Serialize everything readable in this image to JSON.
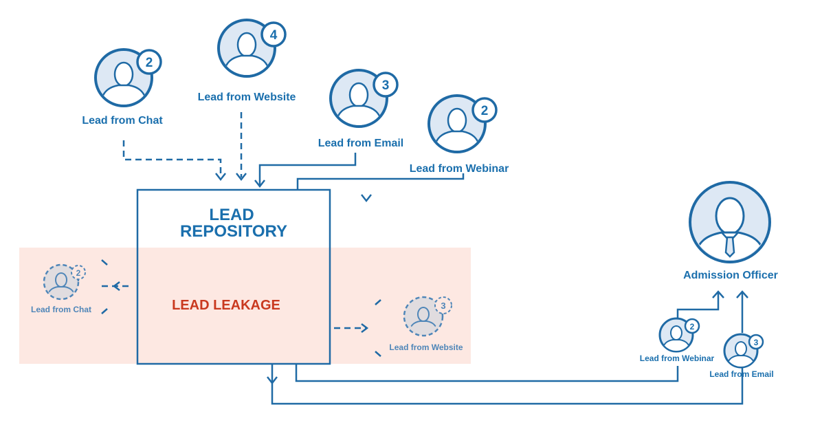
{
  "colors": {
    "primary": "#1f6aa5",
    "label": "#1a6fad",
    "leak_band": "#fde8e2",
    "leak_text": "#c9391f",
    "icon_fill": "#dde8f4",
    "faded_fill": "#e0dcdf",
    "white": "#ffffff"
  },
  "repository": {
    "title_line1": "LEAD",
    "title_line2": "REPOSITORY"
  },
  "leakage": {
    "label": "LEAD LEAKAGE"
  },
  "sources": [
    {
      "id": "chat",
      "label": "Lead from Chat",
      "count": "2"
    },
    {
      "id": "website",
      "label": "Lead from Website",
      "count": "4"
    },
    {
      "id": "email",
      "label": "Lead from Email",
      "count": "3"
    },
    {
      "id": "webinar",
      "label": "Lead from Webinar",
      "count": "2"
    }
  ],
  "leaked": [
    {
      "id": "chat",
      "label": "Lead from Chat",
      "count": "2"
    },
    {
      "id": "website",
      "label": "Lead from Website",
      "count": "3"
    }
  ],
  "delivered": [
    {
      "id": "webinar",
      "label": "Lead from Webinar",
      "count": "2"
    },
    {
      "id": "email",
      "label": "Lead from Email",
      "count": "3"
    }
  ],
  "officer": {
    "label": "Admission Officer",
    "icon": "officer-icon"
  }
}
